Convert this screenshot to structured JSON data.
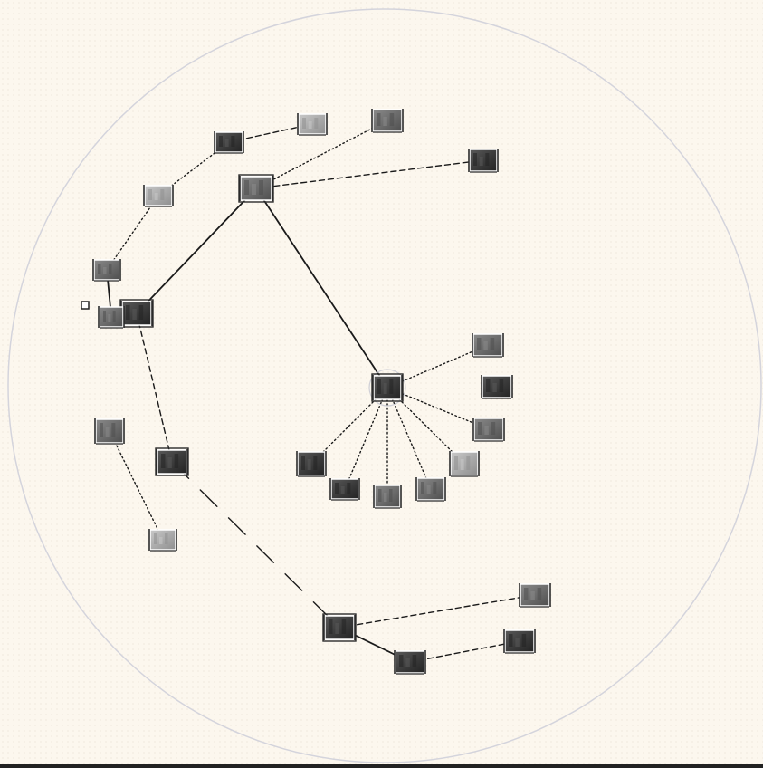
{
  "colors": {
    "background": "#fcf7ee",
    "boundary": "#d4d4dc",
    "edge": "#1a1a1a",
    "thumb_frame": "#2b2b2b",
    "handle": "#222222"
  },
  "nodes": [
    {
      "id": "hub-top",
      "role": "hub",
      "tone": "mid"
    },
    {
      "id": "hub-center",
      "role": "hub",
      "tone": "dark"
    },
    {
      "id": "hub-left",
      "role": "hub",
      "tone": "dark"
    },
    {
      "id": "n-near-hub-left",
      "role": "leaf",
      "tone": "mid"
    },
    {
      "id": "n-left-1",
      "role": "leaf",
      "tone": "mid"
    },
    {
      "id": "n-left-2",
      "role": "leaf",
      "tone": "light"
    },
    {
      "id": "n-top-1",
      "role": "leaf",
      "tone": "dark"
    },
    {
      "id": "n-top-2",
      "role": "leaf",
      "tone": "light"
    },
    {
      "id": "n-top-3",
      "role": "leaf",
      "tone": "mid"
    },
    {
      "id": "n-right-1",
      "role": "leaf",
      "tone": "dark"
    },
    {
      "id": "n-c-1",
      "role": "leaf",
      "tone": "mid"
    },
    {
      "id": "n-c-2",
      "role": "leaf",
      "tone": "dark"
    },
    {
      "id": "n-c-3",
      "role": "leaf",
      "tone": "mid"
    },
    {
      "id": "n-c-4",
      "role": "leaf",
      "tone": "light"
    },
    {
      "id": "n-c-5",
      "role": "leaf",
      "tone": "mid"
    },
    {
      "id": "n-c-6",
      "role": "leaf",
      "tone": "mid"
    },
    {
      "id": "n-c-7",
      "role": "leaf",
      "tone": "dark"
    },
    {
      "id": "n-c-8",
      "role": "leaf",
      "tone": "dark"
    },
    {
      "id": "n-mid-left",
      "role": "hub",
      "tone": "dark"
    },
    {
      "id": "n-lower-left-1",
      "role": "leaf",
      "tone": "mid"
    },
    {
      "id": "n-lower-left-2",
      "role": "leaf",
      "tone": "light"
    },
    {
      "id": "hub-bottom",
      "role": "hub",
      "tone": "dark"
    },
    {
      "id": "n-bottom-1",
      "role": "leaf",
      "tone": "mid"
    },
    {
      "id": "n-bottom-2",
      "role": "leaf",
      "tone": "dark"
    },
    {
      "id": "n-bottom-3",
      "role": "leaf",
      "tone": "dark"
    }
  ],
  "edges": [
    {
      "from": "hub-top",
      "to": "hub-left",
      "style": "solid"
    },
    {
      "from": "hub-top",
      "to": "hub-center",
      "style": "solid"
    },
    {
      "from": "hub-top",
      "to": "n-top-3",
      "style": "dotted"
    },
    {
      "from": "hub-top",
      "to": "n-right-1",
      "style": "dashed"
    },
    {
      "from": "n-left-1",
      "to": "n-left-2",
      "style": "dotted"
    },
    {
      "from": "n-left-2",
      "to": "n-top-1",
      "style": "dotted"
    },
    {
      "from": "n-top-1",
      "to": "n-top-2",
      "style": "dashed"
    },
    {
      "from": "n-left-1",
      "to": "n-near-hub-left",
      "style": "solid"
    },
    {
      "from": "hub-left",
      "to": "n-mid-left",
      "style": "dashed"
    },
    {
      "from": "n-mid-left",
      "to": "hub-bottom",
      "style": "longdash"
    },
    {
      "from": "n-lower-left-1",
      "to": "n-lower-left-2",
      "style": "dotted"
    },
    {
      "from": "hub-center",
      "to": "n-c-1",
      "style": "dotted"
    },
    {
      "from": "hub-center",
      "to": "n-c-3",
      "style": "dotted"
    },
    {
      "from": "hub-center",
      "to": "n-c-4",
      "style": "dotted"
    },
    {
      "from": "hub-center",
      "to": "n-c-5",
      "style": "dotted"
    },
    {
      "from": "hub-center",
      "to": "n-c-6",
      "style": "dotted"
    },
    {
      "from": "hub-center",
      "to": "n-c-7",
      "style": "dotted"
    },
    {
      "from": "hub-center",
      "to": "n-c-8",
      "style": "dotted"
    },
    {
      "from": "hub-bottom",
      "to": "n-bottom-1",
      "style": "dashed"
    },
    {
      "from": "hub-bottom",
      "to": "n-bottom-2",
      "style": "solid"
    },
    {
      "from": "n-bottom-2",
      "to": "n-bottom-3",
      "style": "dashed"
    }
  ]
}
